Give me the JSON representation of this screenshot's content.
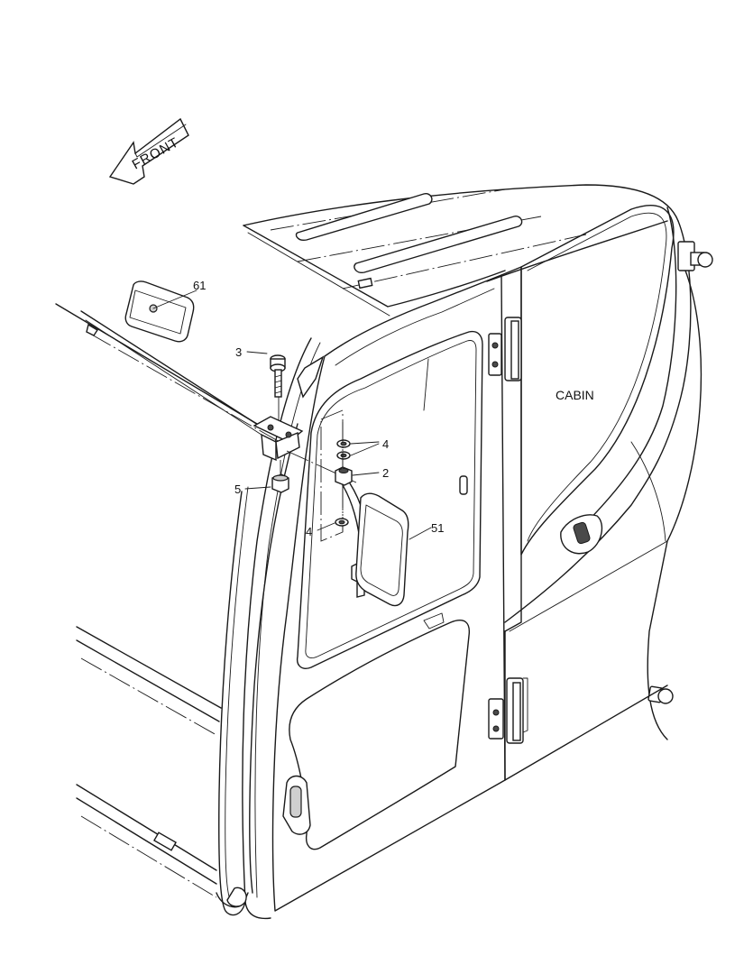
{
  "labels": {
    "front": "FRONT",
    "cabin": "CABIN"
  },
  "callouts": {
    "part_61": "61",
    "part_3": "3",
    "part_4_upper": "4",
    "part_2": "2",
    "part_5": "5",
    "part_4_lower": "4",
    "part_51": "51"
  }
}
